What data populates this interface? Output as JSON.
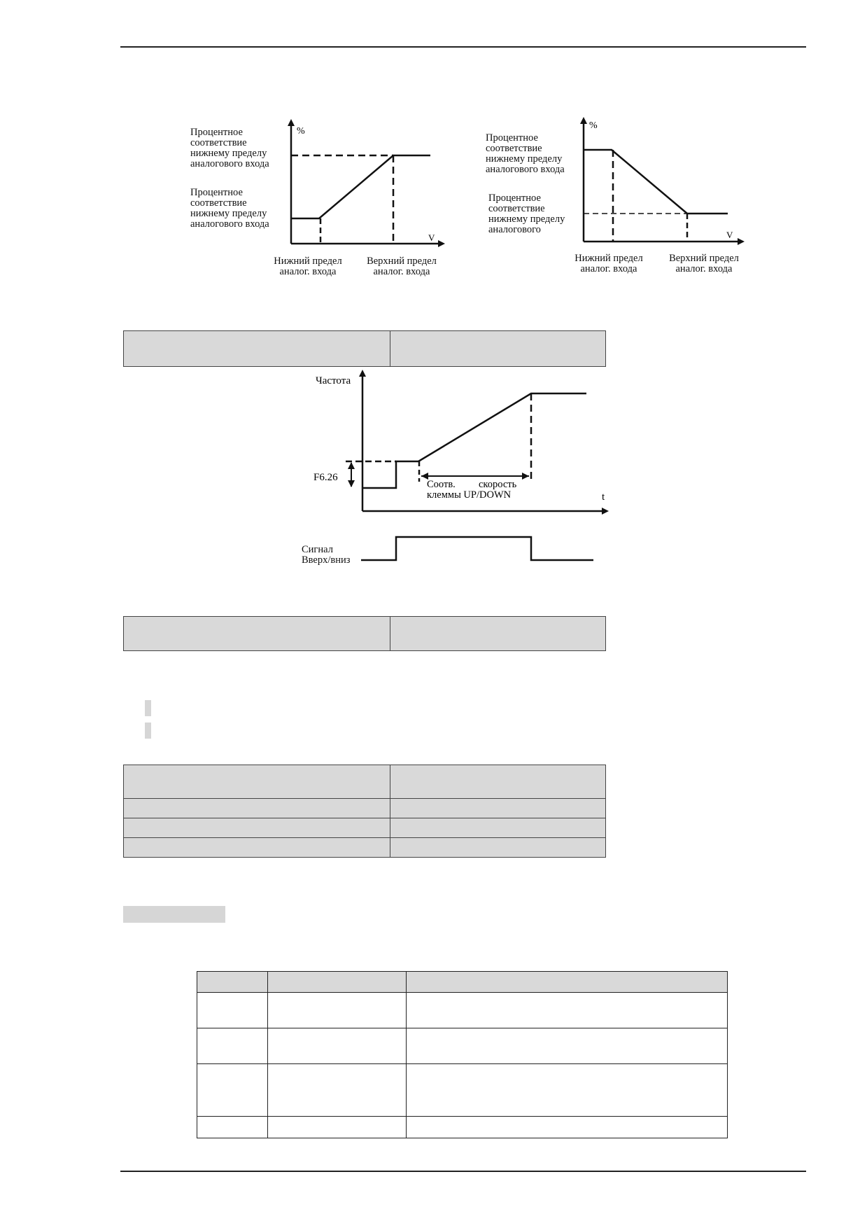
{
  "graph_left": {
    "y_unit": "%",
    "x_unit": "V",
    "upper_label": "Процентное\nсоответствие\nнижнему пределу\nаналогового входа",
    "lower_label": "Процентное\nсоответствие\nнижнему пределу\nаналогового входа",
    "x_low_label": "Нижний предел\nаналог. входа",
    "x_high_label": "Верхний предел\nаналог. входа"
  },
  "graph_right": {
    "y_unit": "%",
    "x_unit": "V",
    "upper_label": "Процентное\nсоответствие\nнижнему пределу\nаналогового входа",
    "lower_label": "Процентное\nсоответствие\nнижнему пределу\nаналогового",
    "x_low_label": "Нижний предел\nаналог. входа",
    "x_high_label": "Верхний предел\nаналог. входа"
  },
  "updown_graph": {
    "y_label": "Частота",
    "x_label": "t",
    "param_label": "F6.26",
    "rate_label_1": "Соотв.",
    "rate_label_2": "скорость",
    "rate_label_3": "клеммы UP/DOWN",
    "signal_label": "Сигнал\nВверх/вниз"
  }
}
